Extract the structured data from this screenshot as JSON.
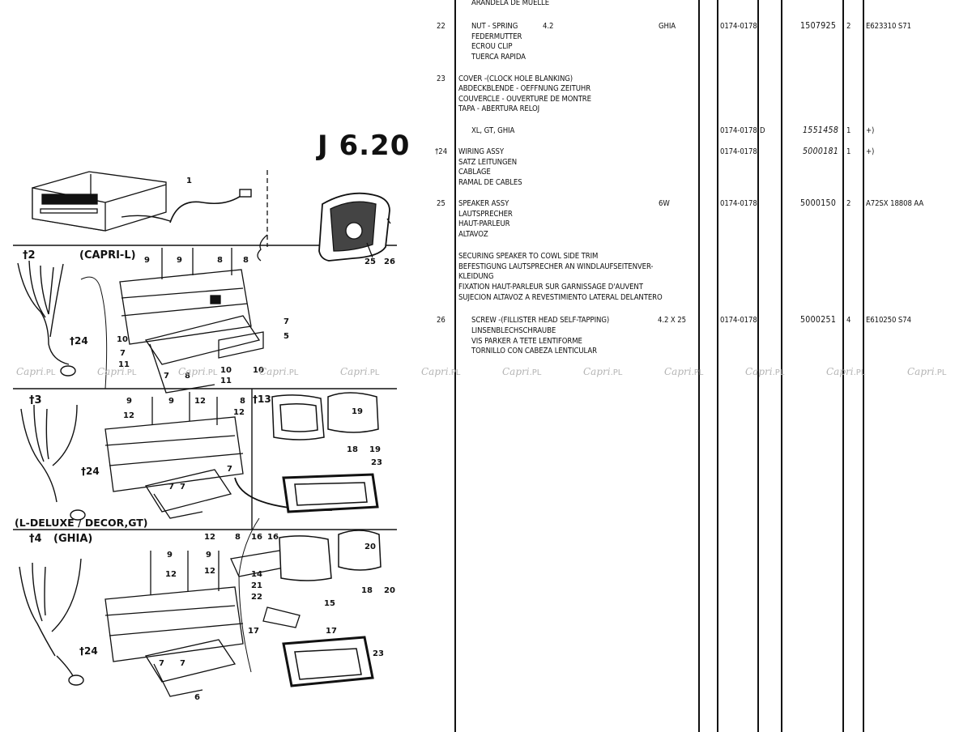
{
  "page_code": "J 6.20",
  "watermark": {
    "brand": "Capri",
    "suffix": ".PL"
  },
  "diagram": {
    "section_labels": {
      "capri_l": "(CAPRI-L)",
      "deluxe": "(L-DELUXE / DECOR,GT)",
      "ghia": "(GHIA)"
    },
    "callouts": {
      "c1": "1",
      "c25": "25",
      "c26": "26",
      "s2": "2",
      "s3": "3",
      "s4": "4",
      "t24a": "24",
      "t24b": "24",
      "t24c": "24",
      "t13": "13",
      "a9a": "9",
      "a9b": "9",
      "a8a": "8",
      "a8b": "8",
      "a7a": "7",
      "a5": "5",
      "a10a": "10",
      "a7b": "7",
      "a11a": "11",
      "a7c": "7",
      "a8c": "8",
      "a10b": "10",
      "a11b": "11",
      "a10c": "10",
      "b9a": "9",
      "b9b": "9",
      "b12a": "12",
      "b8": "8",
      "b12b": "12",
      "b12c": "12",
      "b7a": "7",
      "b7b": "7",
      "b7c": "7",
      "b19a": "19",
      "b18": "18",
      "b19b": "19",
      "b23": "23",
      "c12a": "12",
      "c8": "8",
      "c16a": "16",
      "c16b": "16",
      "c9a": "9",
      "c9b": "9",
      "c12b": "12",
      "c12c": "12",
      "c14": "14",
      "c21": "21",
      "c22": "22",
      "c15": "15",
      "c17a": "17",
      "c17b": "17",
      "c20a": "20",
      "c18": "18",
      "c20b": "20",
      "c7a": "7",
      "c7b": "7",
      "c6": "6",
      "c23": "23"
    }
  },
  "top_fragment": "ARANDELA DE MUELLE",
  "entries": {
    "r22": {
      "ref": "22",
      "lines": [
        "NUT - SPRING",
        "FEDERMUTTER",
        "ECROU CLIP",
        "TUERCA RAPIDA"
      ],
      "size": "4.2",
      "model": "GHIA",
      "date": "0174-0178",
      "part": "1507925",
      "qty": "2",
      "remark": "E623310 S71"
    },
    "r23": {
      "ref": "23",
      "lines": [
        "COVER -(CLOCK HOLE BLANKING)",
        "ABDECKBLENDE - OEFFNUNG ZEITUHR",
        "COUVERCLE - OUVERTURE DE MONTRE",
        "TAPA - ABERTURA RELOJ"
      ],
      "variant": "XL, GT, GHIA",
      "date": "0174-0178",
      "code": "D",
      "part": "1551458",
      "qty": "1",
      "remark": "+)"
    },
    "r24": {
      "ref": "24",
      "lines": [
        "WIRING ASSY",
        "SATZ LEITUNGEN",
        "CABLAGE",
        "RAMAL DE CABLES"
      ],
      "date": "0174-0178",
      "part": "5000181",
      "qty": "1",
      "remark": "+)"
    },
    "r25": {
      "ref": "25",
      "lines": [
        "SPEAKER ASSY",
        "LAUTSPRECHER",
        "HAUT-PARLEUR",
        "ALTAVOZ"
      ],
      "size": "6W",
      "date": "0174-0178",
      "part": "5000150",
      "qty": "2",
      "remark": "A72SX 18808 AA"
    },
    "note": {
      "lines": [
        "SECURING SPEAKER TO COWL SIDE TRIM",
        "BEFESTIGUNG LAUTSPRECHER AN WINDLAUFSEITENVER-",
        "KLEIDUNG",
        "FIXATION HAUT-PARLEUR SUR GARNISSAGE D'AUVENT",
        "SUJECION ALTAVOZ A REVESTIMIENTO LATERAL DELANTERO"
      ]
    },
    "r26": {
      "ref": "26",
      "lines": [
        "SCREW -(FILLISTER HEAD SELF-TAPPING)",
        "LINSENBLECHSCHRAUBE",
        "VIS PARKER A TETE LENTIFORME",
        "TORNILLO CON CABEZA LENTICULAR"
      ],
      "size": "4.2 X 25",
      "date": "0174-0178",
      "part": "5000251",
      "qty": "4",
      "remark": "E610250 S74"
    }
  }
}
